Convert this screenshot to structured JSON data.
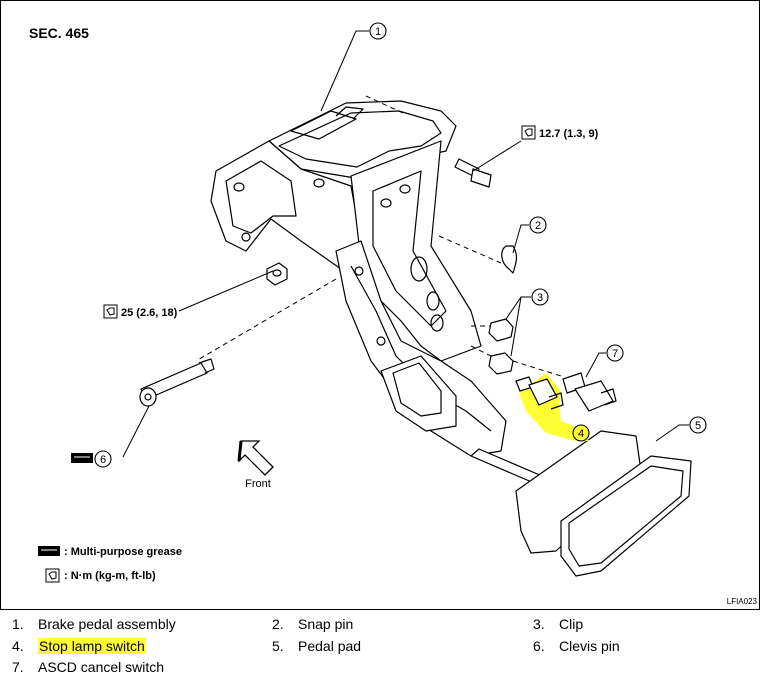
{
  "diagram": {
    "section_label": "SEC. 465",
    "figure_code": "LFIA023",
    "front_label": "Front",
    "torques": {
      "upper": "12.7 (1.3, 9)",
      "left": "25 (2.6, 18)"
    },
    "callouts": [
      "1",
      "2",
      "3",
      "4",
      "5",
      "6",
      "7"
    ],
    "legend": {
      "grease": ": Multi-purpose grease",
      "torque": ": N·m (kg-m, ft-lb)"
    },
    "highlight_color": "#ffff33"
  },
  "parts": [
    {
      "num": "1.",
      "name": "Brake pedal assembly"
    },
    {
      "num": "2.",
      "name": "Snap pin"
    },
    {
      "num": "3.",
      "name": "Clip"
    },
    {
      "num": "4.",
      "name": "Stop lamp switch",
      "highlighted": true
    },
    {
      "num": "5.",
      "name": "Pedal pad"
    },
    {
      "num": "6.",
      "name": "Clevis pin"
    },
    {
      "num": "7.",
      "name": "ASCD cancel switch"
    }
  ]
}
